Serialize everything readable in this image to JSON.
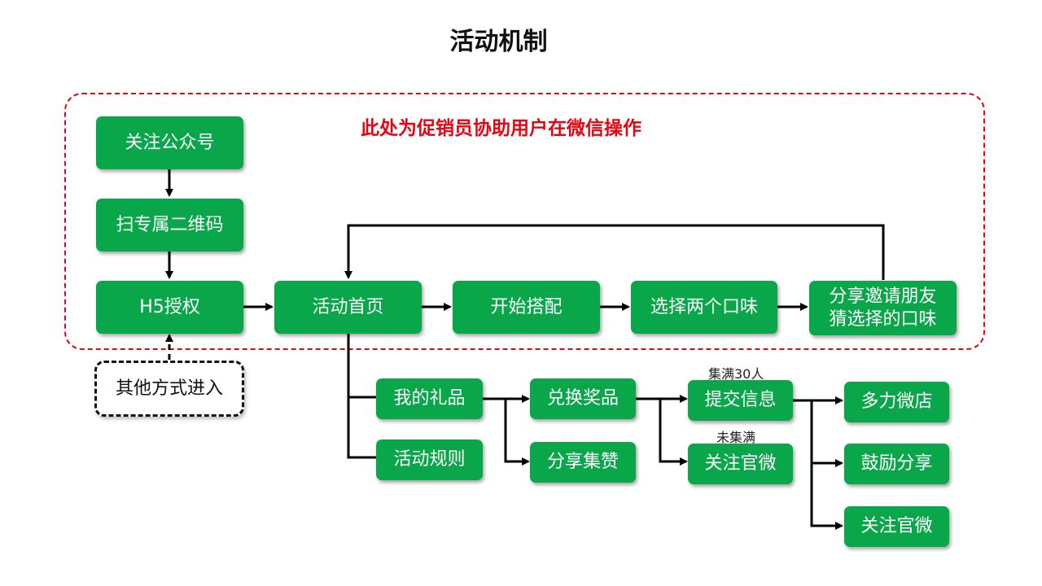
{
  "title": "活动机制",
  "region_label": "此处为促销员协助用户在微信操作",
  "nodes": {
    "follow_account": "关注公众号",
    "scan_qr": "扫专属二维码",
    "h5_auth": "H5授权",
    "other_entry": "其他方式进入",
    "home": "活动首页",
    "start_match": "开始搭配",
    "choose_flavors": "选择两个口味",
    "share_invite": "分享邀请朋友\n猜选择的口味",
    "my_gifts": "我的礼品",
    "rules": "活动规则",
    "redeem": "兑换奖品",
    "share_likes": "分享集赞",
    "submit_info": "提交信息",
    "follow_official_1": "关注官微",
    "duoli_store": "多力微店",
    "encourage_share": "鼓励分享",
    "follow_official_2": "关注官微"
  },
  "conditions": {
    "full": "集满30人",
    "not_full": "未集满"
  },
  "colors": {
    "box": "#0aa64a",
    "region_border": "#e30613",
    "arrow": "#000000"
  }
}
